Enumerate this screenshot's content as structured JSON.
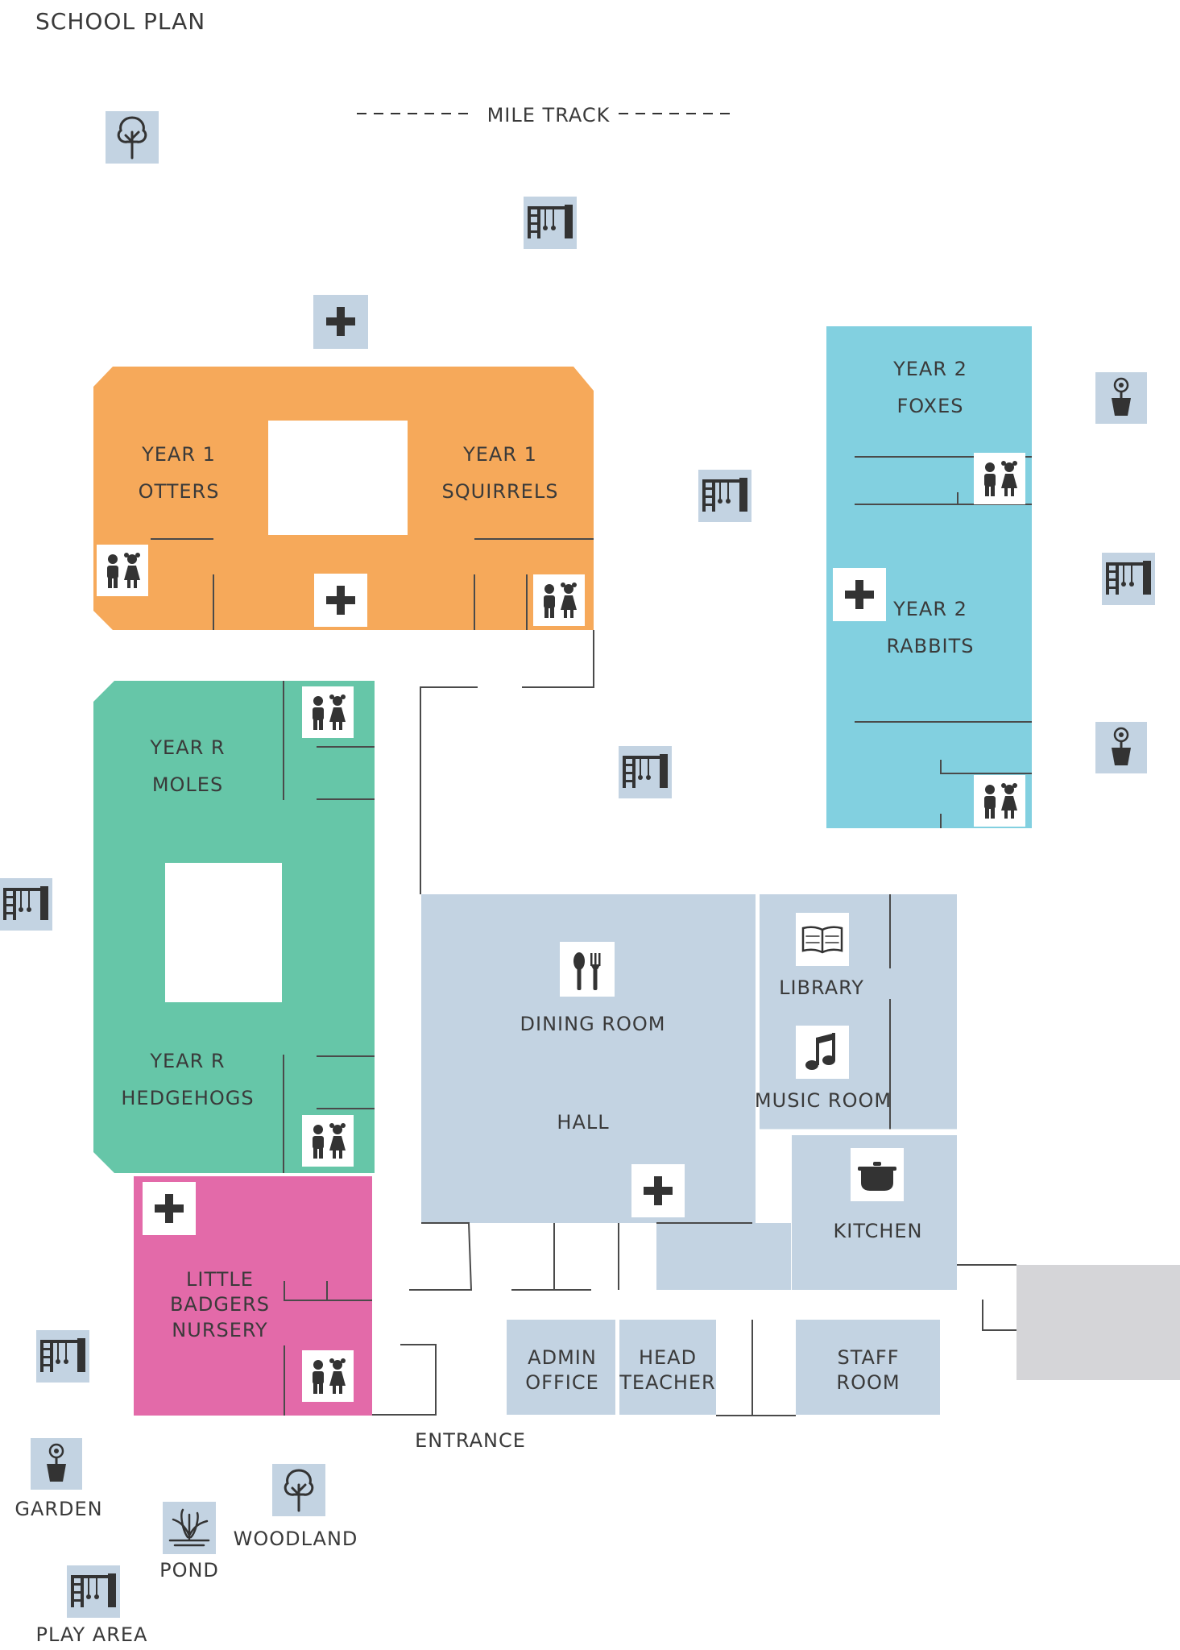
{
  "title": "SCHOOL PLAN",
  "mile_track": "MILE TRACK",
  "colors": {
    "orange": "#f6a95a",
    "teal": "#66c6a8",
    "cyan": "#82d0e0",
    "pink": "#e36aa9",
    "grey_blue": "#c3d3e2",
    "grey": "#d5d5d8",
    "wall": "#4a4a4a",
    "icon_tile": "#c3d3e2"
  },
  "rooms": {
    "year1_otters": [
      "YEAR 1",
      "OTTERS"
    ],
    "year1_squirrels": [
      "YEAR 1",
      "SQUIRRELS"
    ],
    "year2_foxes": [
      "YEAR 2",
      "FOXES"
    ],
    "year2_rabbits": [
      "YEAR 2",
      "RABBITS"
    ],
    "yearr_moles": [
      "YEAR R",
      "MOLES"
    ],
    "yearr_hedgehogs": [
      "YEAR R",
      "HEDGEHOGS"
    ],
    "nursery": [
      "LITTLE",
      "BADGERS",
      "NURSERY"
    ],
    "dining_room": "DINING ROOM",
    "hall": "HALL",
    "library": "LIBRARY",
    "music_room": "MUSIC ROOM",
    "kitchen": "KITCHEN",
    "admin_office": [
      "ADMIN",
      "OFFICE"
    ],
    "head_teacher": [
      "HEAD",
      "TEACHER"
    ],
    "staff_room": [
      "STAFF",
      "ROOM"
    ]
  },
  "entrance": "ENTRANCE",
  "outdoor": {
    "garden": "GARDEN",
    "pond": "POND",
    "woodland": "WOODLAND",
    "play_area": "PLAY AREA"
  },
  "icons": [
    "tree-icon",
    "climbing-frame-icon",
    "first-aid-icon",
    "toilets-icon",
    "flower-pot-icon",
    "cutlery-icon",
    "book-icon",
    "music-note-icon",
    "cooking-pot-icon",
    "pond-plant-icon"
  ]
}
